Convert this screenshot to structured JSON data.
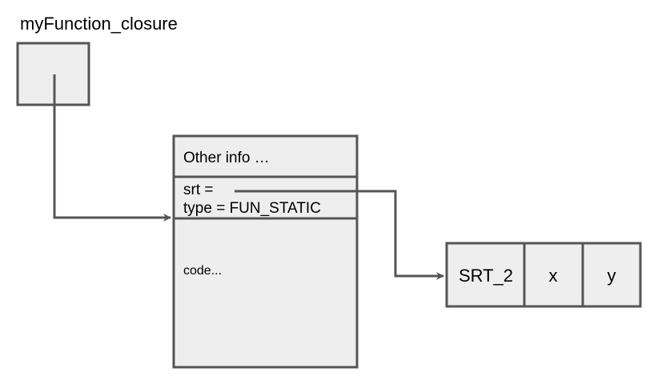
{
  "closure": {
    "label": "myFunction_closure"
  },
  "info_table": {
    "header": "Other info …",
    "srt_field": "srt =",
    "type_field": "type = FUN_STATIC",
    "code": "code..."
  },
  "srt": {
    "cells": [
      "SRT_2",
      "x",
      "y"
    ]
  },
  "colors": {
    "box_fill": "#eeeeee",
    "stroke": "#555555",
    "text": "#000000"
  }
}
